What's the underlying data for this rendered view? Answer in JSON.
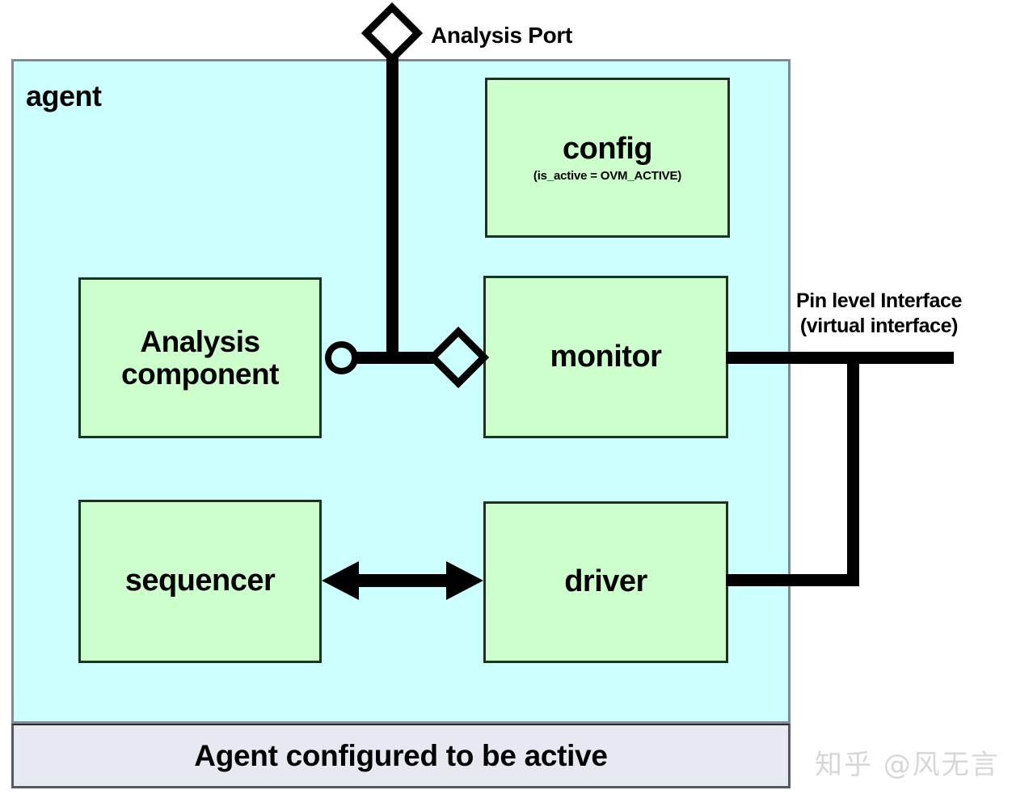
{
  "diagram": {
    "title": "Agent configured to be active",
    "agent": {
      "label": "agent",
      "fill_color": "#ccffff",
      "border_color": "#808a90"
    },
    "footer": {
      "caption": "Agent configured to be active",
      "fill_color": "#e6e9f2"
    },
    "boxes": [
      {
        "id": "config",
        "title": "config",
        "subtitle": "(is_active = OVM_ACTIVE)",
        "fill_color": "#ccffcc",
        "border_color": "#1d3320"
      },
      {
        "id": "analysis-component",
        "title_line1": "Analysis",
        "title_line2": "component",
        "fill_color": "#ccffcc",
        "border_color": "#1d3320"
      },
      {
        "id": "monitor",
        "title": "monitor",
        "fill_color": "#ccffcc",
        "border_color": "#1d3320"
      },
      {
        "id": "sequencer",
        "title": "sequencer",
        "fill_color": "#ccffcc",
        "border_color": "#1d3320"
      },
      {
        "id": "driver",
        "title": "driver",
        "fill_color": "#ccffcc",
        "border_color": "#1d3320"
      }
    ],
    "labels": {
      "analysis_port": "Analysis Port",
      "pin_interface_line1": "Pin level Interface",
      "pin_interface_line2": "(virtual interface)"
    },
    "icons": {
      "analysis_port": "diamond-port-icon",
      "monitor_port": "diamond-port-icon",
      "analysis_socket": "circle-socket-icon",
      "seq_driver_link": "double-arrow-icon"
    },
    "watermark": "知乎 @风无言"
  }
}
